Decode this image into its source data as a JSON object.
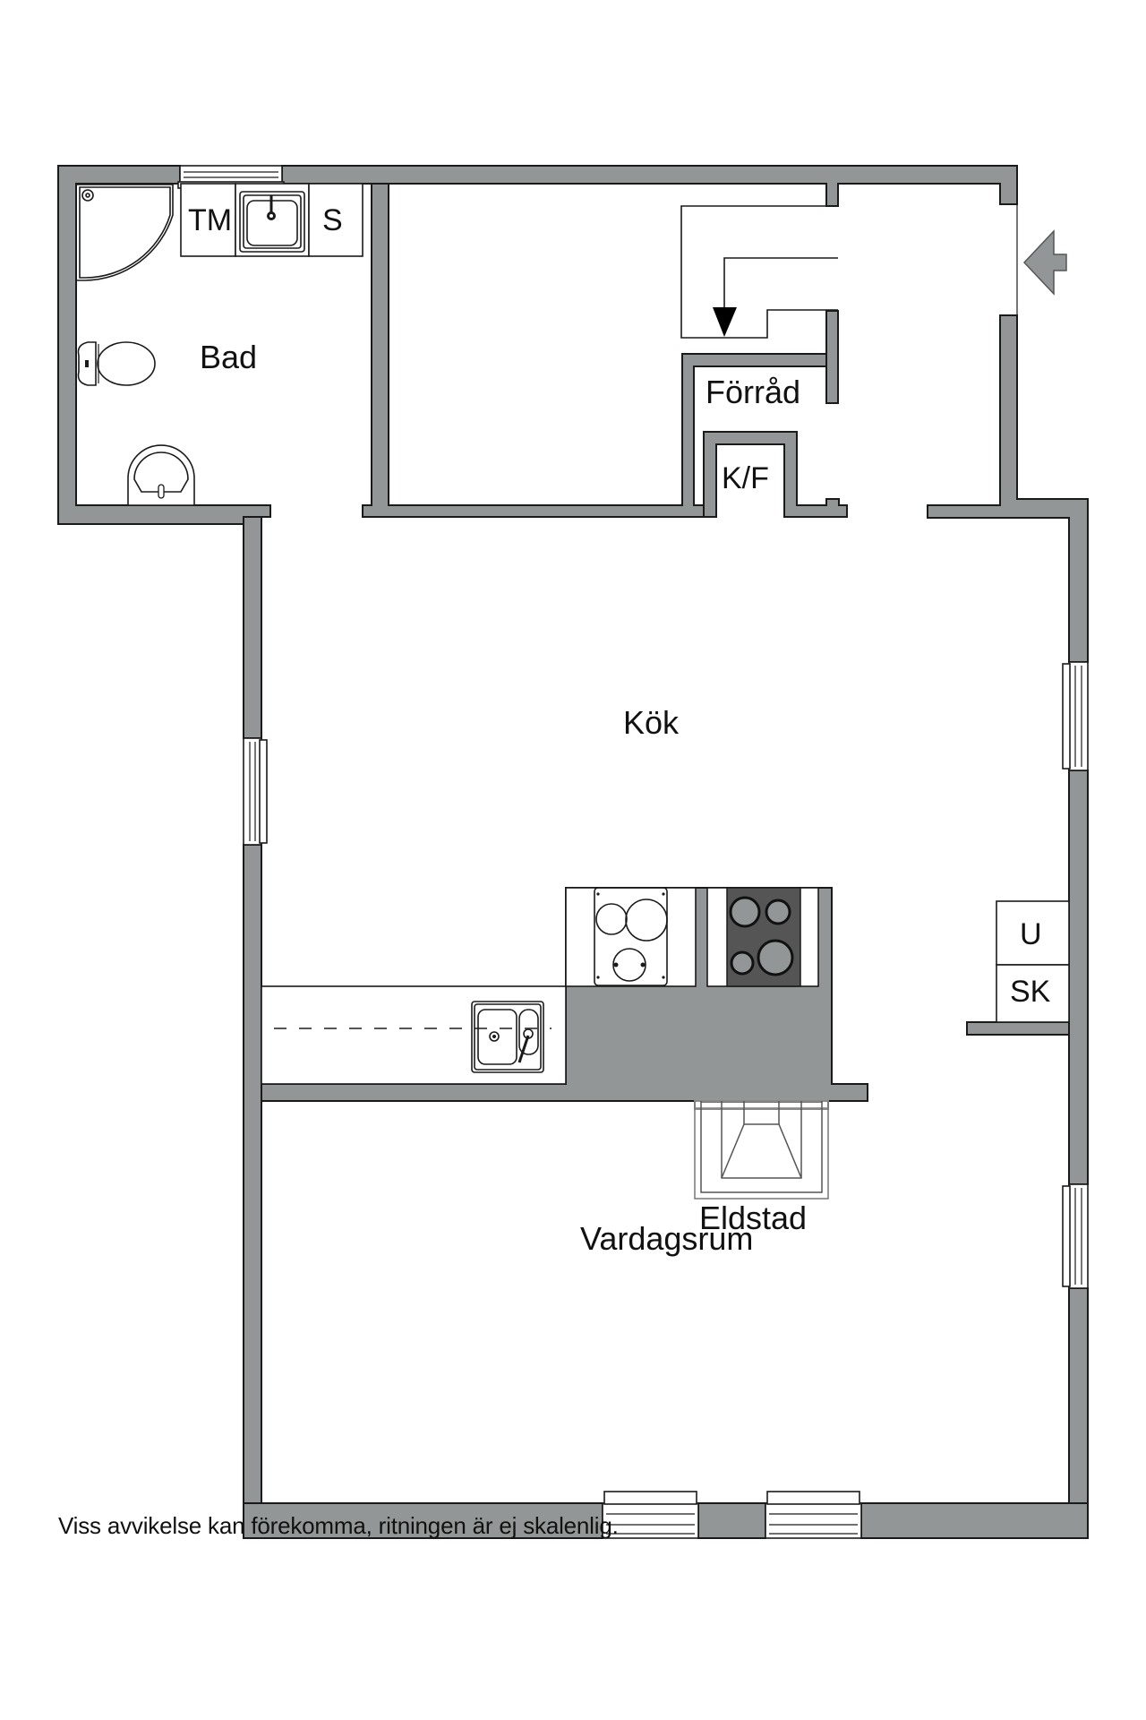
{
  "floorplan": {
    "colors": {
      "wall": "#939696",
      "outline": "#1a1a1a",
      "background": "#ffffff",
      "hob_dark": "#555555"
    },
    "rooms": {
      "bad": "Bad",
      "forrad": "Förråd",
      "kok": "Kök",
      "vardagsrum": "Vardagsrum",
      "eldstad": "Eldstad"
    },
    "fixtures": {
      "tm": "TM",
      "s": "S",
      "kf": "K/F",
      "u": "U",
      "sk": "SK"
    },
    "entrance_icon": "entrance-arrow-icon",
    "stair_icon": "stair-direction-arrow-icon"
  },
  "footer": {
    "disclaimer": "Viss avvikelse kan förekomma, ritningen är ej skalenlig."
  }
}
